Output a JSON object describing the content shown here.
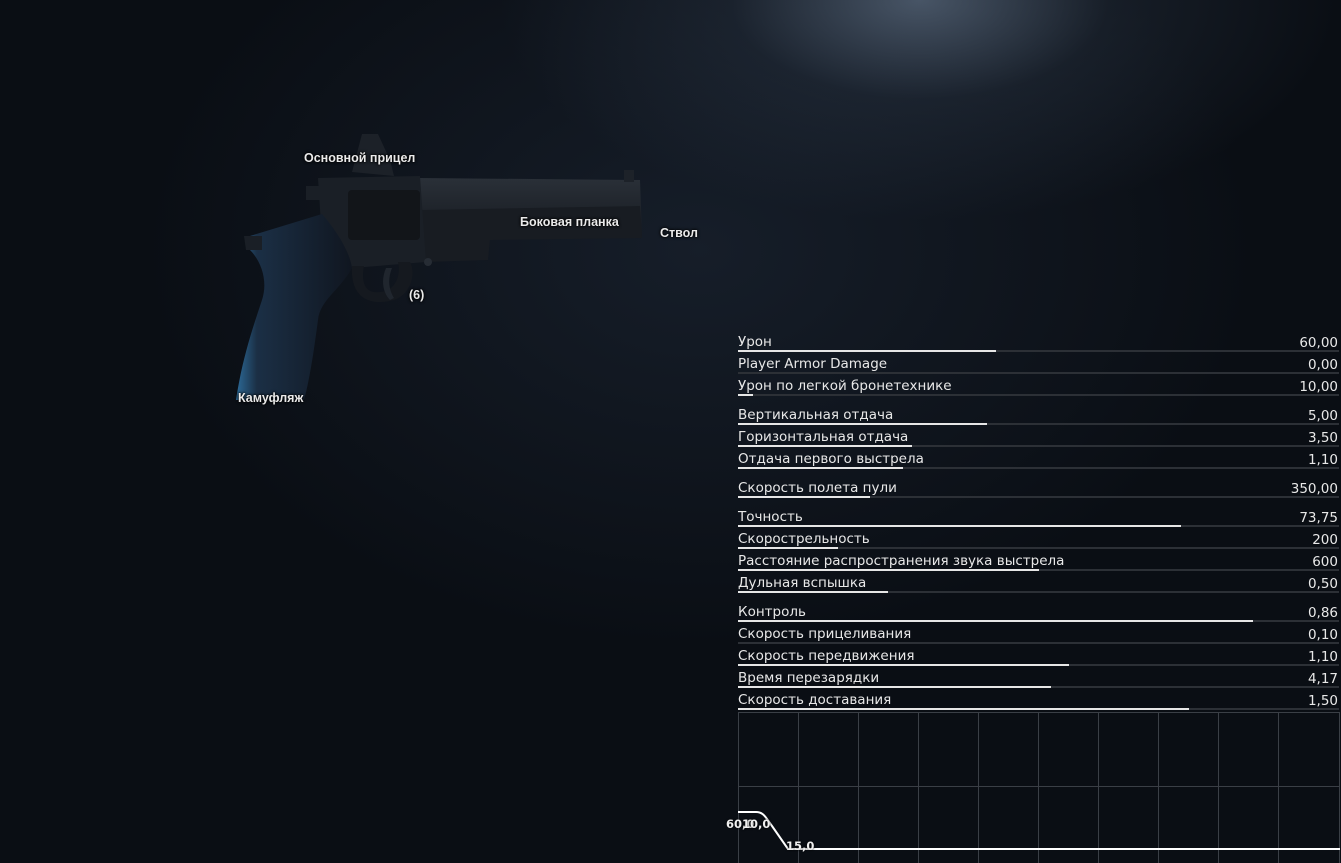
{
  "slots": {
    "main_sight": "Основной прицел",
    "side_rail": "Боковая планка",
    "barrel": "Ствол",
    "magazine": "(6)",
    "camo": "Камуфляж"
  },
  "stats": [
    {
      "label": "Урон",
      "value": "60,00",
      "fill": 0.43
    },
    {
      "label": "Player Armor Damage",
      "value": "0,00",
      "fill": 0.0
    },
    {
      "label": "Урон по легкой бронетехнике",
      "value": "10,00",
      "fill": 0.025
    },
    {
      "label": "Вертикальная отдача",
      "value": "5,00",
      "fill": 0.415
    },
    {
      "label": "Горизонтальная отдача",
      "value": "3,50",
      "fill": 0.29
    },
    {
      "label": "Отдача первого выстрела",
      "value": "1,10",
      "fill": 0.275
    },
    {
      "label": "Скорость полета пули",
      "value": "350,00",
      "fill": 0.22
    },
    {
      "label": "Точность",
      "value": "73,75",
      "fill": 0.737
    },
    {
      "label": "Скорострельность",
      "value": "200",
      "fill": 0.167
    },
    {
      "label": "Расстояние распространения звука выстрела",
      "value": "600",
      "fill": 0.5
    },
    {
      "label": "Дульная вспышка",
      "value": "0,50",
      "fill": 0.25
    },
    {
      "label": "Контроль",
      "value": "0,86",
      "fill": 0.857
    },
    {
      "label": "Скорость прицеливания",
      "value": "0,10",
      "fill": 0.0
    },
    {
      "label": "Скорость передвижения",
      "value": "1,10",
      "fill": 0.55
    },
    {
      "label": "Время перезарядки",
      "value": "4,17",
      "fill": 0.52
    },
    {
      "label": "Скорость доставания",
      "value": "1,50",
      "fill": 0.75
    }
  ],
  "graph": {
    "label_start": "60,0",
    "label_start_overlap": "10,0",
    "label_end": "15,0",
    "curve_color": "#ffffff"
  }
}
